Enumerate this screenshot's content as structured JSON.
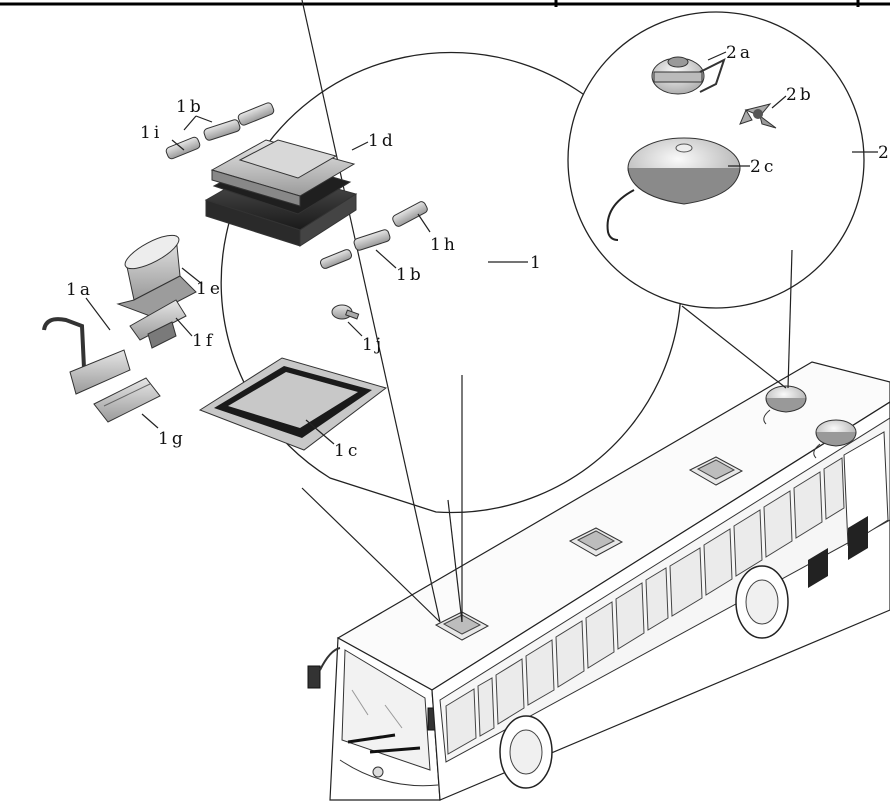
{
  "figure": {
    "group_labels": {
      "group_1": "1",
      "group_2": "2"
    },
    "part_labels": {
      "p1a": "1a",
      "p1b_top": "1b",
      "p1b_mid": "1b",
      "p1c": "1c",
      "p1d": "1d",
      "p1e": "1e",
      "p1f": "1f",
      "p1g": "1g",
      "p1h": "1h",
      "p1i": "1i",
      "p1j": "1j",
      "p2a": "2a",
      "p2b": "2b",
      "p2c": "2c"
    }
  }
}
